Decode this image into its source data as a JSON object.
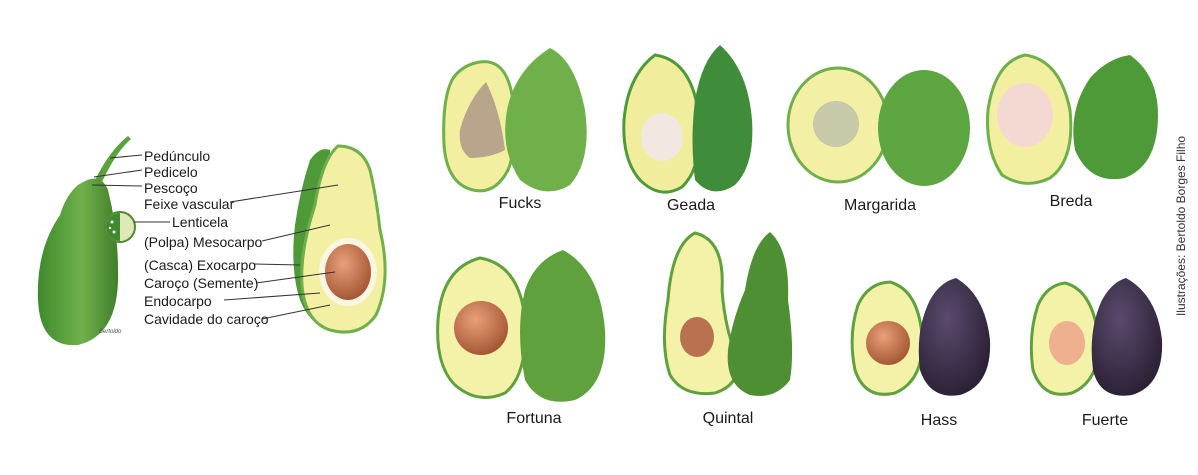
{
  "anatomy": {
    "labels": [
      "Pedúnculo",
      "Pedicelo",
      "Pescoço",
      "Feixe vascular",
      "Lenticela",
      "(Polpa) Mesocarpo",
      "(Casca) Exocarpo",
      "Caroço (Semente)",
      "Endocarpo",
      "Cavidade do caroço"
    ],
    "signature": "Bertoldo"
  },
  "varieties": [
    {
      "name": "Fucks",
      "flesh": "#f2efa0",
      "skin": "#6fb04a",
      "seed": "#b9a58c"
    },
    {
      "name": "Geada",
      "flesh": "#f0ee9c",
      "skin": "#3f8d3a",
      "seed": "#f0e6e0"
    },
    {
      "name": "Margarida",
      "flesh": "#f3f0a6",
      "skin": "#5ea641",
      "seed": "#c7c9a8"
    },
    {
      "name": "Breda",
      "flesh": "#f2efa0",
      "skin": "#4f9a38",
      "seed": "#f4d9d2"
    },
    {
      "name": "Fortuna",
      "flesh": "#f4f1a8",
      "skin": "#5fa23d",
      "seed": "#c9754a"
    },
    {
      "name": "Quintal",
      "flesh": "#f4f1a8",
      "skin": "#4f8f33",
      "seed": "#b8724f"
    },
    {
      "name": "Hass",
      "flesh": "#f4f1a8",
      "skin": "#3d2f4a",
      "seed": "#cf7a4c"
    },
    {
      "name": "Fuerte",
      "flesh": "#f4f1a8",
      "skin": "#3f3048",
      "seed": "#efb08f"
    }
  ],
  "credit": "Ilustrações: Bertoldo Borges Filho"
}
